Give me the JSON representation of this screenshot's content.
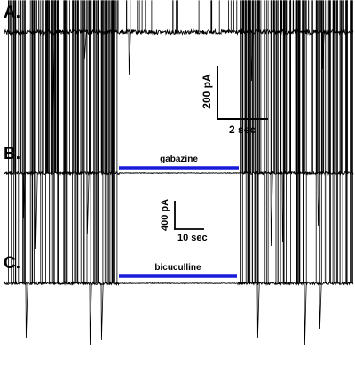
{
  "panels": [
    {
      "label": "A."
    },
    {
      "label": "B.",
      "drug": "gabazine"
    },
    {
      "label": "C.",
      "drug": "bicuculline"
    }
  ],
  "scalebars": {
    "a": {
      "y_label": "200 pA",
      "x_label": "2 sec"
    },
    "b": {
      "y_label": "400 pA",
      "x_label": "10 sec"
    }
  },
  "colors": {
    "trace": "#000000",
    "drug_bar": "#1a1adb"
  }
}
